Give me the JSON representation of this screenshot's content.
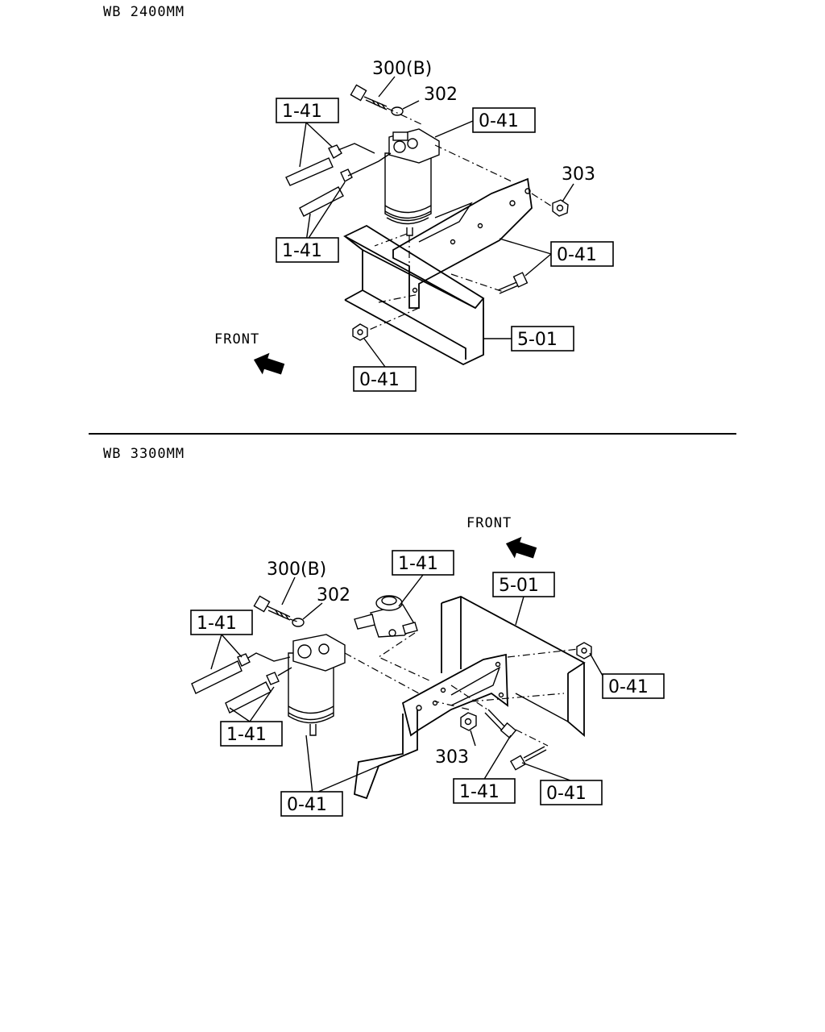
{
  "section_top": {
    "title": "WB  2400MM",
    "front_label": "FRONT",
    "callouts": {
      "part_300b": "300(B)",
      "part_302": "302",
      "part_303": "303",
      "ref_141_upper": "1-41",
      "ref_141_lower": "1-41",
      "ref_041_bracket": "0-41",
      "ref_041_bolt": "0-41",
      "ref_041_nut": "0-41",
      "ref_501_frame": "5-01"
    }
  },
  "section_bottom": {
    "title": "WB  3300MM",
    "front_label": "FRONT",
    "callouts": {
      "part_300b": "300(B)",
      "part_302": "302",
      "part_303": "303",
      "ref_141_pump": "1-41",
      "ref_141_left_upper": "1-41",
      "ref_141_left_lower": "1-41",
      "ref_141_bolt": "1-41",
      "ref_501_frame": "5-01",
      "ref_041_nut": "0-41",
      "ref_041_bracket": "0-41",
      "ref_041_bolt": "0-41"
    }
  },
  "icons": [
    "front-arrow-icon"
  ]
}
